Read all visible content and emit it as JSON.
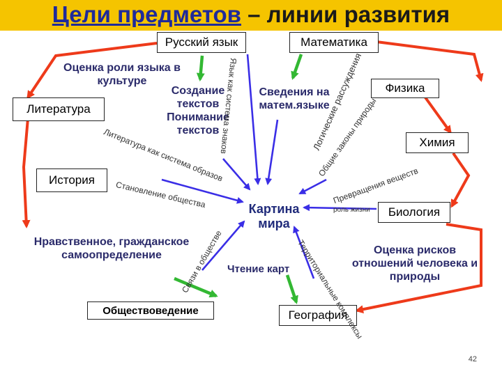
{
  "title": {
    "underlined": "Цели предметов",
    "rest": " – линии развития"
  },
  "subjects": {
    "russian": "Русский язык",
    "math": "Математика",
    "literature": "Литература",
    "history": "История",
    "physics": "Физика",
    "chemistry": "Химия",
    "biology": "Биология",
    "social": "Обществоведение",
    "geography": "География"
  },
  "center": "Картина мира",
  "labels": {
    "culture": "Оценка роли языка в культуре",
    "creation": "Создание текстов Понимание текстов",
    "lang_signs": "Язык как система знаков",
    "math_lang": "Сведения на матем.языке",
    "logic": "Логические рассуждения",
    "lit_image": "Литература как система образов",
    "history_society": "Становление общества",
    "nature_laws": "Общие законы природы",
    "transform": "Превращения веществ",
    "life_role": "роль жизни",
    "moral": "Нравственное, гражданское самоопределение",
    "society_links": "Связи в обществе",
    "maps": "Чтение карт",
    "territory": "Территориальные комплексы",
    "risk": "Оценка рисков отношений человека и природы"
  },
  "page_number": "42",
  "colors": {
    "banner": "#f5c400",
    "arrow_blue": "#3a2ee6",
    "arrow_green": "#33b833",
    "arrow_red": "#ee3a1a"
  }
}
